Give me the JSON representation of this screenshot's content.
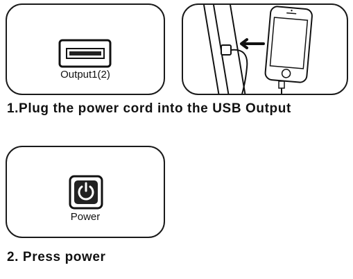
{
  "panels": {
    "usb": {
      "label": "Output1(2)",
      "icon": "usb-port-icon"
    },
    "phone": {
      "icons": [
        "smartphone-icon",
        "arrow-left-icon",
        "usb-cable-icon"
      ]
    },
    "power": {
      "label": "Power",
      "icon": "power-button-icon"
    }
  },
  "steps": {
    "step1": "1.Plug the power cord into the USB Output",
    "step2": "2. Press power"
  }
}
